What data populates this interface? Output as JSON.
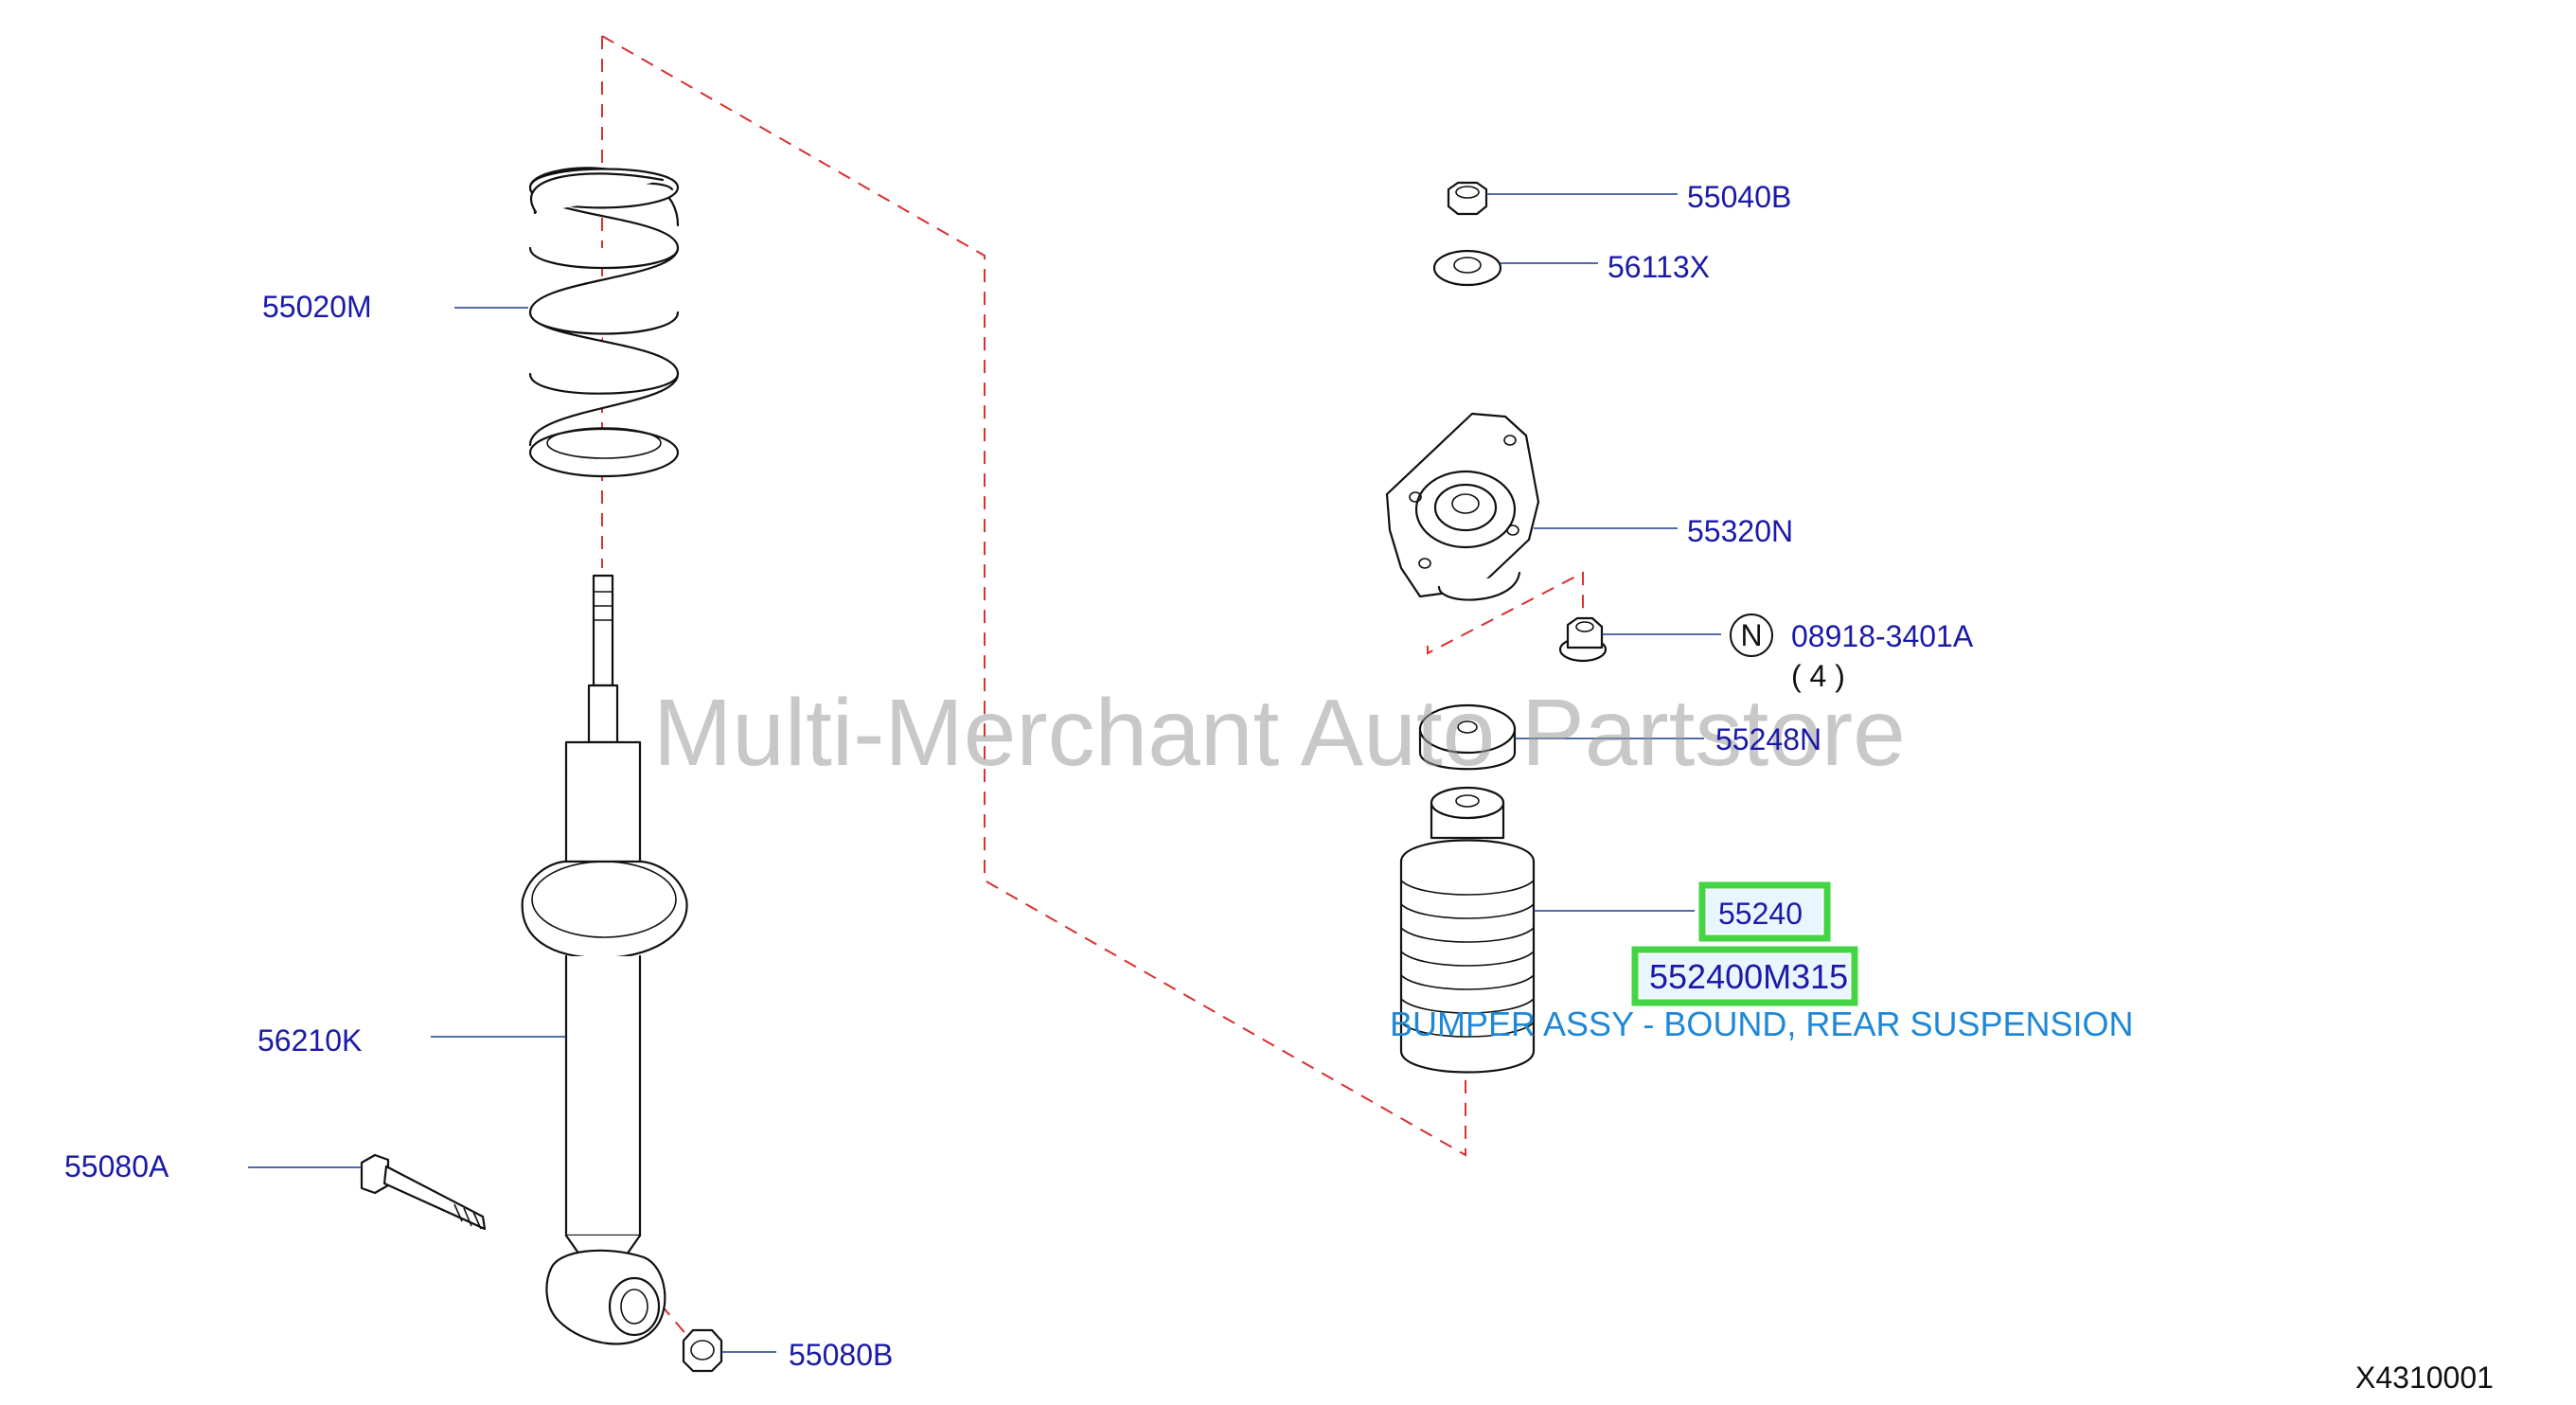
{
  "watermark": "Multi-Merchant Auto Partstore",
  "diagram_code": "X4310001",
  "highlight_color": "#44d544",
  "parts": {
    "coil_spring": "55020M",
    "shock_absorber": "56210K",
    "bolt": "55080A",
    "nut_lower": "55080B",
    "nut_top": "55040B",
    "washer_top": "56113X",
    "mount_insulator": "55320N",
    "flange_nut": "08918-3401A",
    "flange_nut_marker": "N",
    "flange_nut_qty": "( 4 )",
    "bound_seat": "55248N",
    "bumper": "55240",
    "bumper_part_number": "552400M315",
    "bumper_description": "BUMPER ASSY - BOUND, REAR SUSPENSION"
  }
}
